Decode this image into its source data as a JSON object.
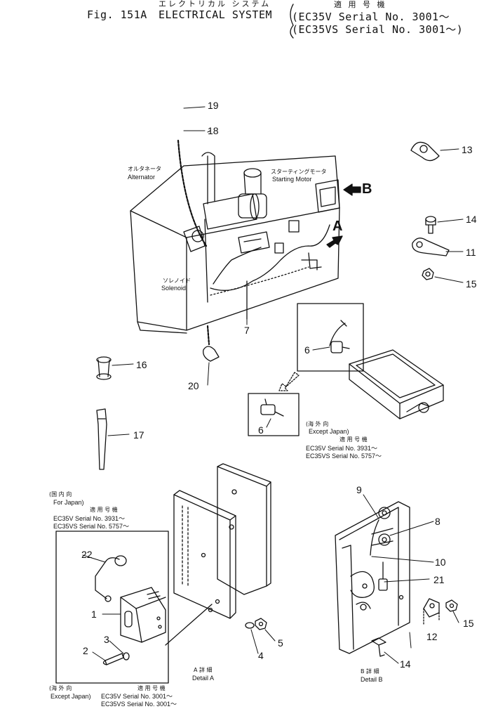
{
  "header": {
    "title_jp": "エレクトリカル システム",
    "fig_label": "Fig. 151A",
    "title": "ELECTRICAL SYSTEM",
    "applicable_jp": "適 用 号 機",
    "serial_1": "(EC35V  Serial No. 3001～",
    "serial_2": "(EC35VS Serial No. 3001～)"
  },
  "labels": {
    "alternator_jp": "オルタネータ",
    "alternator": "Alternator",
    "starting_motor_jp": "スターティングモータ",
    "starting_motor": "Starting Motor",
    "solenoid_jp": "ソレノイド",
    "solenoid": "Solenoid",
    "view_a": "A",
    "view_b": "B"
  },
  "except_japan_upper": {
    "jp": "(海 外 向",
    "label": "Except Japan)",
    "applicable_jp": "適 用 号 機",
    "line_1": "EC35V   Serial No. 3931～",
    "line_2": "EC35VS Serial No. 5757～"
  },
  "for_japan": {
    "jp": "(国 内 向",
    "label": "For Japan)",
    "applicable_jp": "適 用 号 機",
    "line_1": "EC35V    Serial No. 3931～",
    "line_2": "EC35VS Serial No. 5757～"
  },
  "except_japan_lower": {
    "jp": "(海 外 向",
    "label": "Except Japan)",
    "applicable_jp": "適 用 号 機",
    "line_1": "EC35V   Serial No. 3001～",
    "line_2": "EC35VS Serial No. 3001～"
  },
  "details": {
    "a_jp": "A 詳 細",
    "a": "Detail A",
    "b_jp": "B 詳 細",
    "b": "Detail B"
  },
  "part_numbers": {
    "p1": "1",
    "p2": "2",
    "p3": "3",
    "p4": "4",
    "p5": "5",
    "p6a": "6",
    "p6b": "6",
    "p7": "7",
    "p8": "8",
    "p9": "9",
    "p10": "10",
    "p11": "11",
    "p12": "12",
    "p13": "13",
    "p14a": "14",
    "p14b": "14",
    "p15a": "15",
    "p15b": "15",
    "p16": "16",
    "p17": "17",
    "p18": "18",
    "p19": "19",
    "p20": "20",
    "p21": "21",
    "p22": "22"
  }
}
